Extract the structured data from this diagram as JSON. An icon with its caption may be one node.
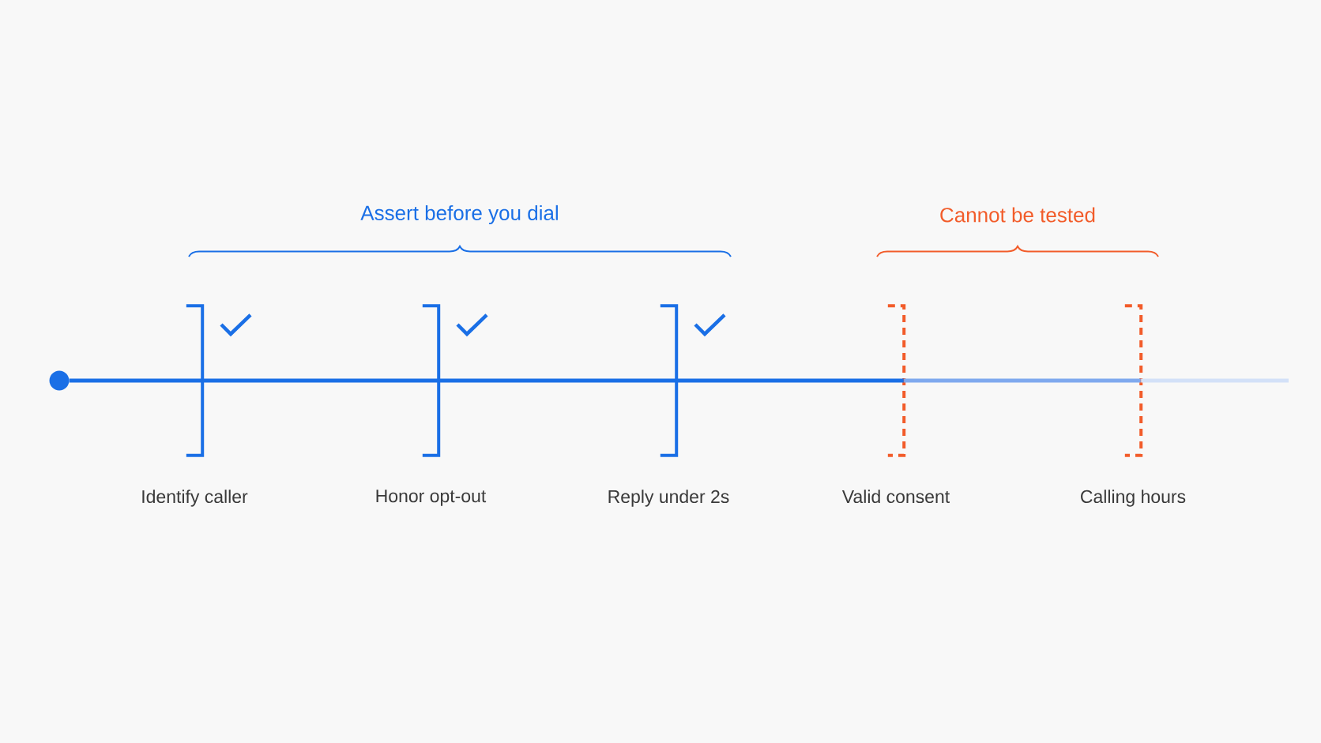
{
  "diagram": {
    "nodes": [
      {
        "text": [],
        "shape": "circle"
      },
      {
        "text": [
          "Identify caller"
        ]
      },
      {
        "text": [
          "Honor opt-out"
        ]
      },
      {
        "text": [
          "Reply under 2s"
        ]
      },
      {
        "text": [
          "Valid consent"
        ]
      },
      {
        "text": [
          "Calling hours"
        ]
      }
    ],
    "edges": [
      {
        "from": 0,
        "to": 1,
        "arrow": "none"
      },
      {
        "from": 1,
        "to": 2,
        "arrow": "none"
      },
      {
        "from": 2,
        "to": 3,
        "arrow": "none"
      },
      {
        "from": 3,
        "to": 4,
        "arrow": "none"
      },
      {
        "from": 4,
        "to": 5,
        "arrow": "none",
        "color": "#7fa9ee"
      },
      {
        "from": 5,
        "to": null,
        "arrow": "none",
        "color": "#d3e1f8"
      }
    ],
    "labels": [
      "Assert before you dial",
      "Cannot be tested"
    ]
  }
}
